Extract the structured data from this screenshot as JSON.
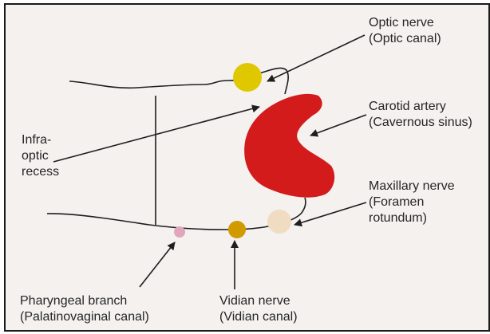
{
  "labels": {
    "optic_nerve": {
      "line1": "Optic nerve",
      "line2": "(Optic canal)"
    },
    "carotid_artery": {
      "line1": "Carotid artery",
      "line2": "(Cavernous sinus)"
    },
    "infra_optic_recess": {
      "line1": "Infra-",
      "line2": "optic",
      "line3": "recess"
    },
    "maxillary_nerve": {
      "line1": "Maxillary nerve",
      "line2": "(Foramen",
      "line3": "rotundum)"
    },
    "pharyngeal_branch": {
      "line1": "Pharyngeal branch",
      "line2": "(Palatinovaginal canal)"
    },
    "vidian_nerve": {
      "line1": "Vidian nerve",
      "line2": "(Vidian canal)"
    }
  },
  "colors": {
    "background": "#f4f1ef",
    "line": "#1e1e1e",
    "text": "#262626",
    "optic_nerve": "#e0c800",
    "carotid_artery": "#d41b1b",
    "maxillary_nerve": "#f0dcc0",
    "vidian_nerve": "#d09a00",
    "pharyngeal_branch": "#e2a6bc"
  }
}
